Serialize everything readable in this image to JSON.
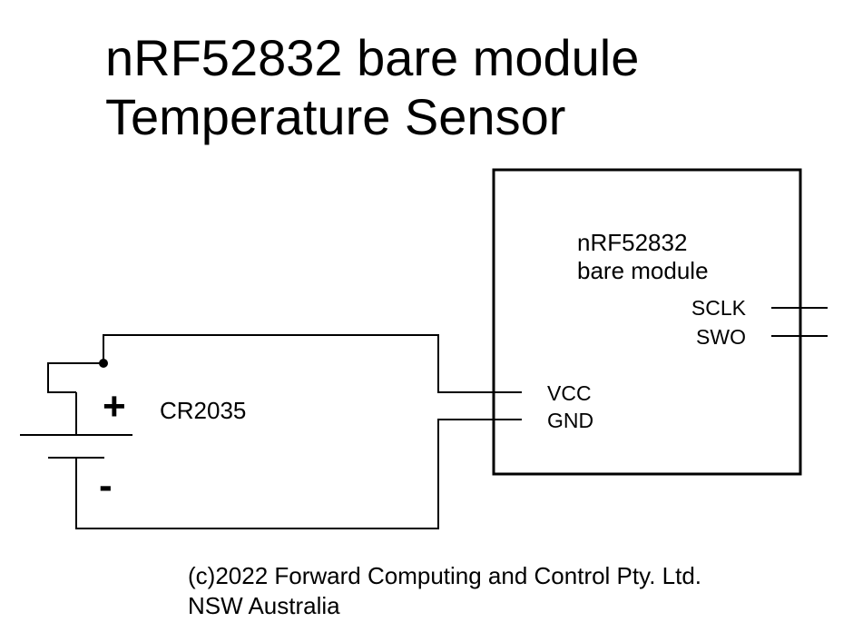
{
  "title": {
    "line1": "nRF52832 bare module",
    "line2": "Temperature Sensor"
  },
  "module": {
    "name_line1": "nRF52832",
    "name_line2": "bare module",
    "pins": {
      "sclk": "SCLK",
      "swo": "SWO",
      "vcc": "VCC",
      "gnd": "GND"
    }
  },
  "battery": {
    "label": "CR2035",
    "plus": "+",
    "minus": "-"
  },
  "footer": {
    "line1": "(c)2022 Forward Computing and Control Pty. Ltd.",
    "line2": "NSW Australia"
  }
}
